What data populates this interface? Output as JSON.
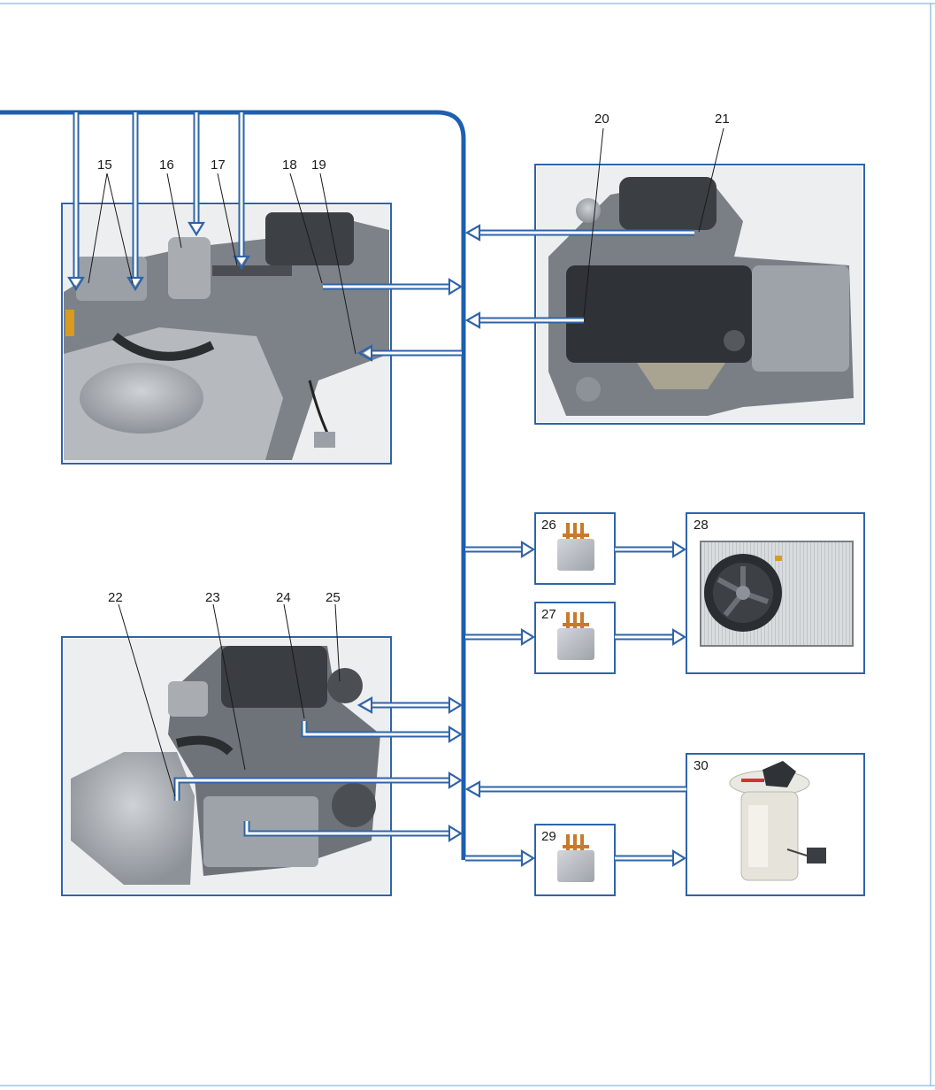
{
  "colors": {
    "bus": "#1d5fb0",
    "frame": "#2f64a8",
    "photo_background": "#eceef0",
    "relay_body": "#c2c6cc",
    "relay_pins": "#c87a2a"
  },
  "labels": {
    "n15": "15",
    "n16": "16",
    "n17": "17",
    "n18": "18",
    "n19": "19",
    "n20": "20",
    "n21": "21",
    "n22": "22",
    "n23": "23",
    "n24": "24",
    "n25": "25",
    "n26": "26",
    "n27": "27",
    "n28": "28",
    "n29": "29",
    "n30": "30"
  },
  "images": {
    "engine_top_left": "engine-throttle-body-photo",
    "engine_top_right": "engine-intake-manifold-photo",
    "engine_bottom_left": "engine-gearbox-photo",
    "relay": "relay-photo",
    "radiator": "radiator-fan-photo",
    "fuel_pump": "fuel-pump-module-photo"
  }
}
